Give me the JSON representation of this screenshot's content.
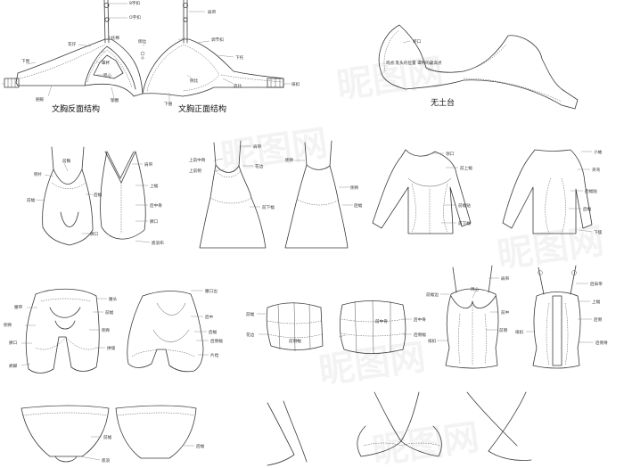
{
  "captions": {
    "bra_back": "文胸反面结构",
    "bra_front": "文胸正面结构",
    "no_gore": "无土台"
  },
  "watermark": "昵图网",
  "bra_labels": {
    "strap": "肩带",
    "ring8": "8字扣",
    "ring0": "O字扣",
    "adjuster": "调节扣",
    "side_support": "侧比",
    "lower_cup": "下托",
    "hook": "钩扣",
    "back_wing": "后比",
    "underwire": "钢圈",
    "bottom_band": "下围",
    "eye_tape": "排扣",
    "cup_edge": "杯边",
    "upper_cup": "上托棉",
    "cup": "罩杯",
    "bow": "花仔",
    "center_gore": "鸡心",
    "side_wing": "侧比",
    "back_band": "后比",
    "seam_tape": "捆碗",
    "bottom_elastic": "下捆"
  },
  "no_gore_labels": {
    "cup_edge": "杯口",
    "note": "鸡点 乳头的位置 罩杯的最高点"
  },
  "garment_labels": {
    "bodysuit": {
      "strap": "肩带",
      "neck": "前胸",
      "side": "侧片",
      "front": "前幅",
      "back": "后幅",
      "upper_back": "上幅",
      "back_center": "后中骨",
      "crotch": "脾口",
      "gusset": "底浪布"
    },
    "slip": {
      "strap": "肩带",
      "upper_center": "上前中骨",
      "upper_side": "上前侧",
      "lace": "花边",
      "side": "侧骨",
      "back": "后幅",
      "lower_front": "前下幅"
    },
    "longsleeve": {
      "neck": "领口",
      "upper_front": "前上幅",
      "front_cup": "前幅贴",
      "lower_front": "前下幅",
      "sleeve": "小袖",
      "shoulder": "夹弯",
      "back_side": "后幅贴",
      "lower_back": "后幅",
      "hem": "下摆"
    },
    "shorts": {
      "waist": "腰头",
      "front_piece": "前幅",
      "side": "侧骨",
      "stitch": "拼缝",
      "waist_band": "腰带",
      "side_seam": "侧骨",
      "bottom": "脾口",
      "cuff": "裤脚",
      "waist_back": "腰口边",
      "back_center": "后中",
      "back": "后幅",
      "back_side": "后侧幅",
      "leg_open": "片裆"
    },
    "waist_cincher": {
      "top": "前幅",
      "center": "前中骨",
      "side": "前侧幅",
      "lace": "花边",
      "side_piece": "后中骨",
      "back_piece": "后侧幅"
    },
    "corset": {
      "strap": "肩带",
      "cup_upper": "前幅边",
      "center": "鸡心",
      "side": "前中",
      "front": "前侧",
      "back_strap": "后肩带",
      "back_upper": "上幅",
      "back_side": "后侧",
      "back_center": "后侧骨",
      "hook": "排扣"
    },
    "brief": {
      "front": "前幅",
      "crotch": "底浪",
      "back": "后幅"
    }
  }
}
